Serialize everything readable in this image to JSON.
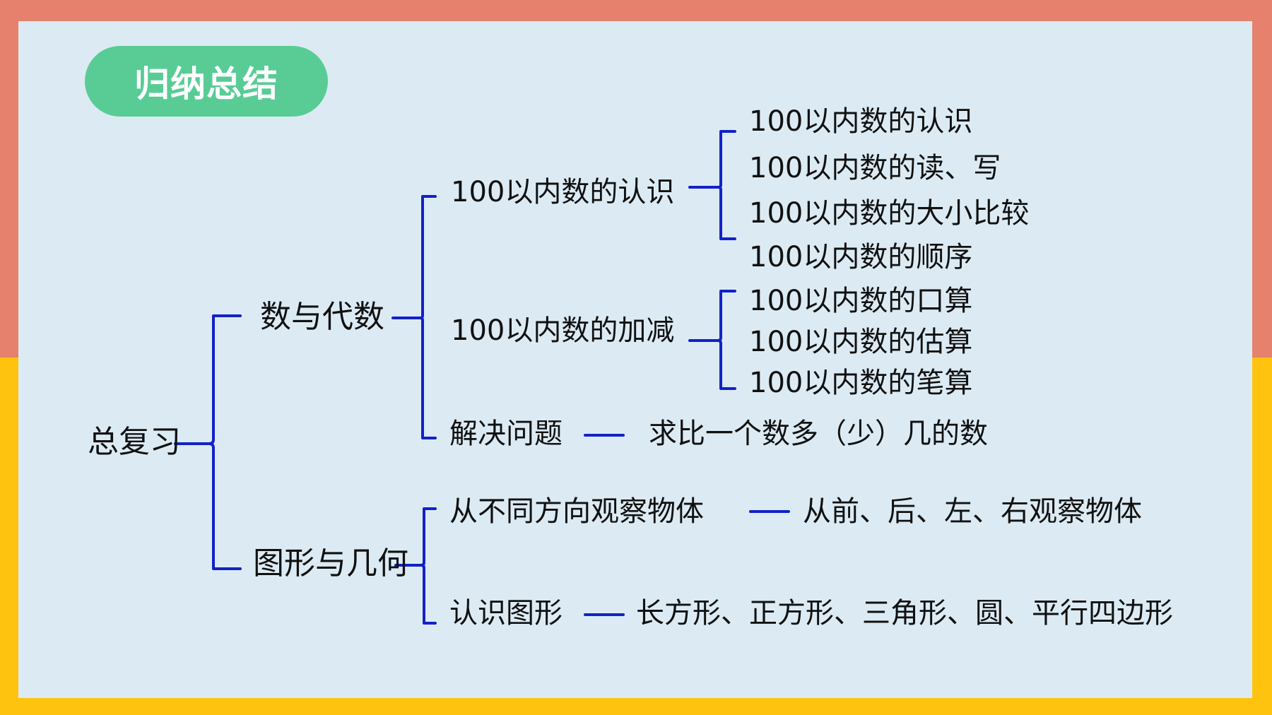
{
  "badge": {
    "title": "归纳总结"
  },
  "root": {
    "label": "总复习"
  },
  "branches": [
    {
      "label": "数与代数",
      "children": [
        {
          "label": "100以内数的认识",
          "children": [
            "100以内数的认识",
            "100以内数的读、写",
            "100以内数的大小比较",
            "100以内数的顺序"
          ]
        },
        {
          "label": "100以内数的加减",
          "children": [
            "100以内数的口算",
            "100以内数的估算",
            "100以内数的笔算"
          ]
        },
        {
          "label": "解决问题",
          "detail": "求比一个数多（少）几的数"
        }
      ]
    },
    {
      "label": "图形与几何",
      "children": [
        {
          "label": "从不同方向观察物体",
          "detail": "从前、后、左、右观察物体"
        },
        {
          "label": "认识图形",
          "detail": "长方形、正方形、三角形、圆、平行四边形"
        }
      ]
    }
  ],
  "colors": {
    "frame_top": "#E5816D",
    "frame_bottom": "#FDC30E",
    "panel": "#DCEBF3",
    "badge": "#59CC96",
    "connector": "#1321C8"
  }
}
